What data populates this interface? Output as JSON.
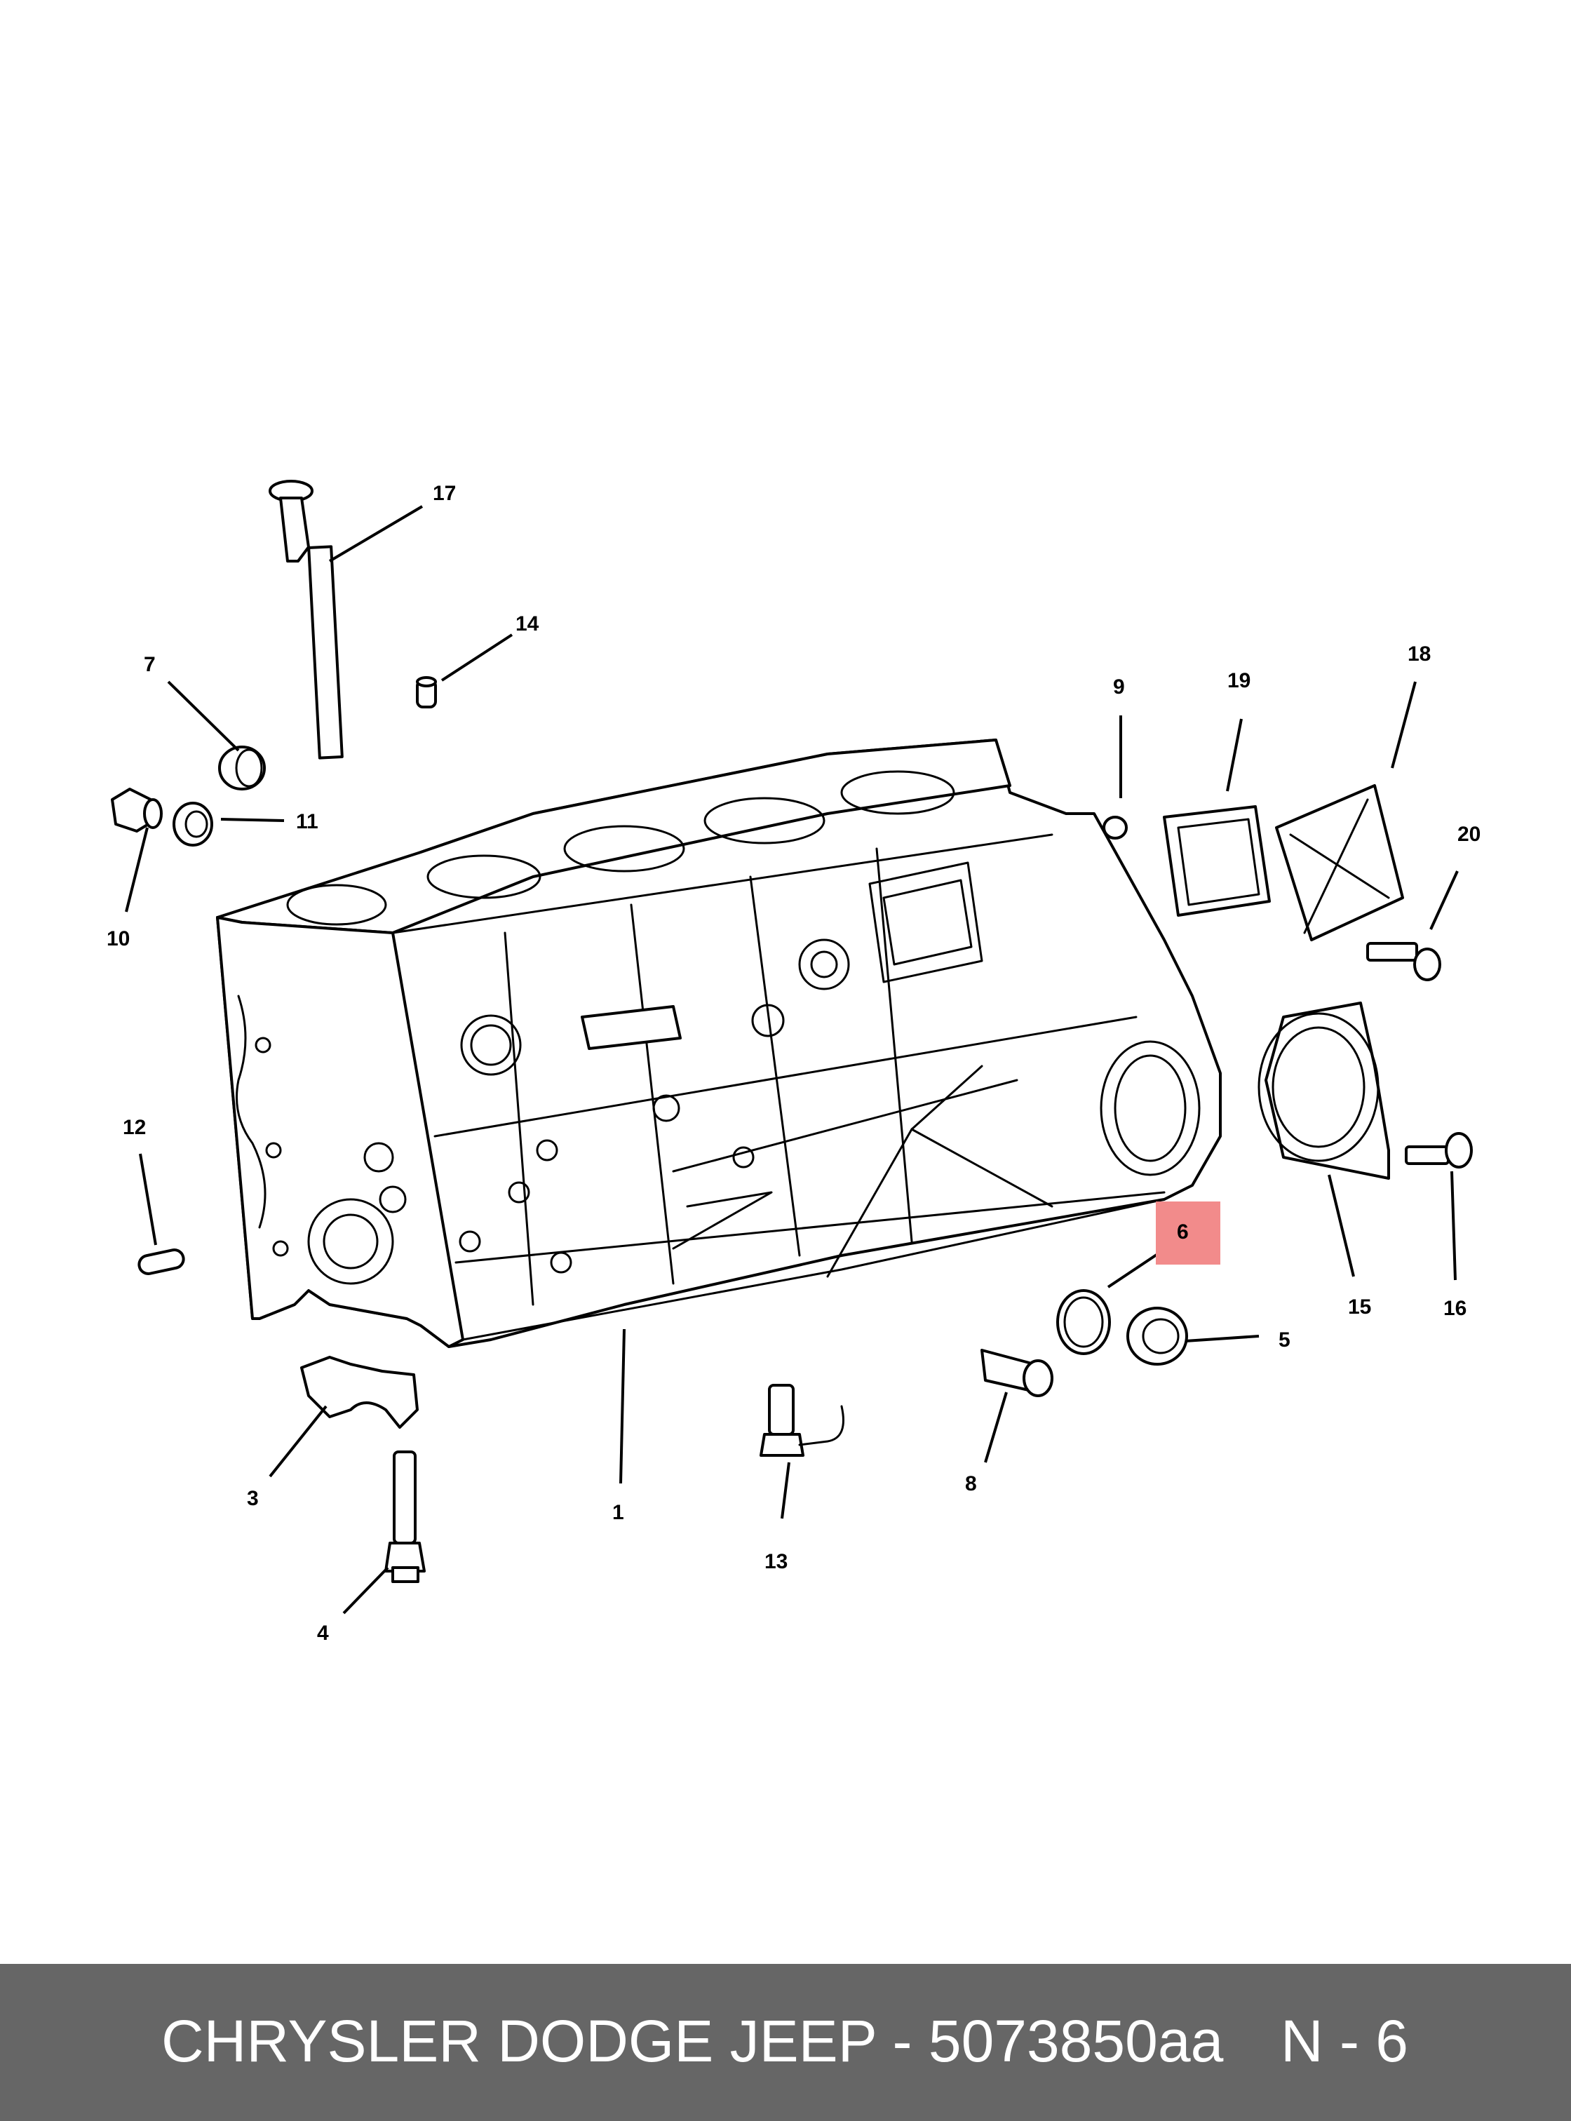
{
  "callouts": {
    "c1": "1",
    "c3": "3",
    "c4": "4",
    "c5": "5",
    "c6": "6",
    "c7": "7",
    "c8": "8",
    "c9": "9",
    "c10": "10",
    "c11": "11",
    "c12": "12",
    "c13": "13",
    "c14": "14",
    "c15": "15",
    "c16": "16",
    "c17": "17",
    "c18": "18",
    "c19": "19",
    "c20": "20"
  },
  "highlight_color": "#f28b8b",
  "footer": {
    "title": "CHRYSLER DODGE JEEP - 5073850aa",
    "code": "N - 6"
  }
}
